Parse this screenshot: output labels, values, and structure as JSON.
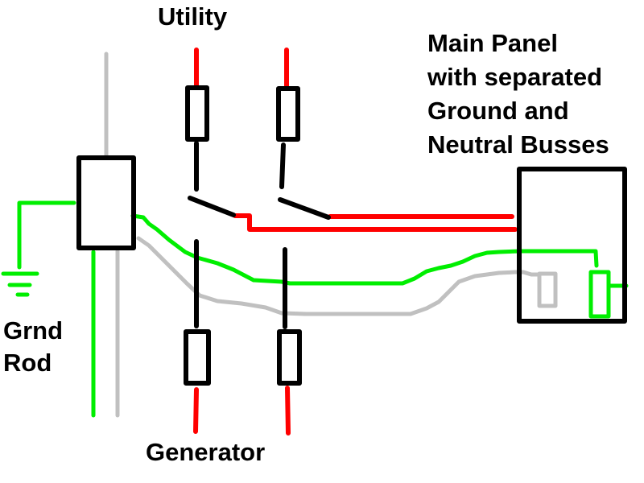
{
  "labels": {
    "utility": "Utility",
    "generator": "Generator",
    "ground_rod": [
      "Grnd",
      "Rod"
    ],
    "main_panel": [
      "Main Panel",
      "with separated",
      "Ground and",
      "Neutral Busses"
    ]
  },
  "colors": {
    "hot": "#ff0000",
    "ground": "#00ee00",
    "neutral": "#c0c0c0",
    "outline": "#000000",
    "background": "#ffffff"
  },
  "components": {
    "meter_box": "meter-disconnect",
    "transfer_switch_poles": 2,
    "fuses_per_pole": 2,
    "ground_symbol": "earth-ground",
    "main_panel": "panel-with-separated-buses"
  }
}
